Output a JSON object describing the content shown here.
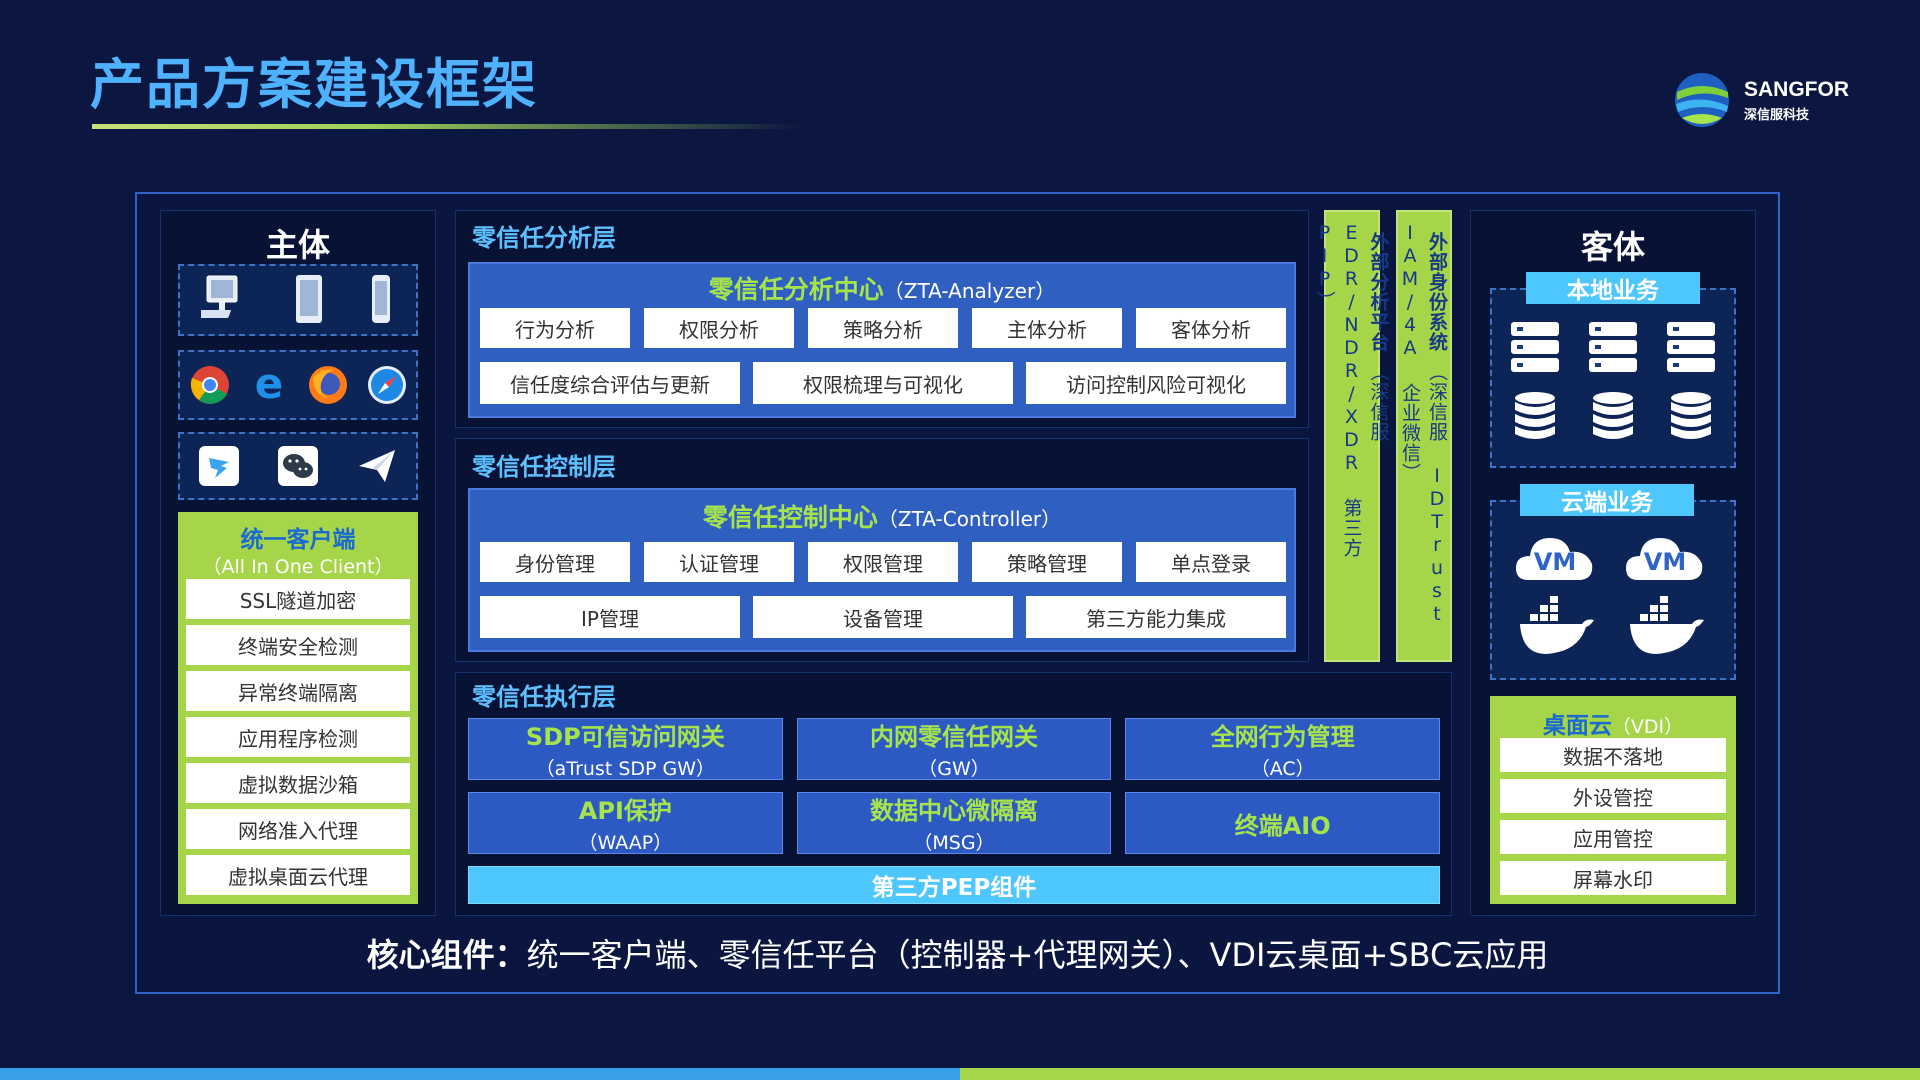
{
  "title": "产品方案建设框架",
  "logo": {
    "brand": "SANGFOR",
    "sub": "深信服科技"
  },
  "subject": {
    "title": "主体",
    "device_icons": [
      "desktop-icon",
      "tablet-icon",
      "phone-icon"
    ],
    "browser_icons": [
      "chrome-icon",
      "ie-icon",
      "firefox-icon",
      "safari-icon"
    ],
    "app_icons": [
      "dingtalk-icon",
      "wechat-icon",
      "paper-plane-icon"
    ],
    "client_title": "统一客户端",
    "client_sub": "（All In One Client）",
    "client_items": [
      "SSL隧道加密",
      "终端安全检测",
      "异常终端隔离",
      "应用程序检测",
      "虚拟数据沙箱",
      "网络准入代理",
      "虚拟桌面云代理"
    ]
  },
  "analysis_layer": {
    "title": "零信任分析层",
    "center_main": "零信任分析中心",
    "center_sub": "（ZTA-Analyzer）",
    "row1": [
      "行为分析",
      "权限分析",
      "策略分析",
      "主体分析",
      "客体分析"
    ],
    "row2": [
      "信任度综合评估与更新",
      "权限梳理与可视化",
      "访问控制风险可视化"
    ]
  },
  "control_layer": {
    "title": "零信任控制层",
    "center_main": "零信任控制中心",
    "center_sub": "（ZTA-Controller）",
    "row1": [
      "身份管理",
      "认证管理",
      "权限管理",
      "策略管理",
      "单点登录"
    ],
    "row2": [
      "IP管理",
      "设备管理",
      "第三方能力集成"
    ]
  },
  "exec_layer": {
    "title": "零信任执行层",
    "boxes": [
      {
        "main": "SDP可信访问网关",
        "sub": "（aTrust SDP GW）"
      },
      {
        "main": "内网零信任网关",
        "sub": "（GW）"
      },
      {
        "main": "全网行为管理",
        "sub": "（AC）"
      },
      {
        "main": "API保护",
        "sub": "（WAAP）"
      },
      {
        "main": "数据中心微隔离",
        "sub": "（MSG）"
      },
      {
        "main": "终端AIO",
        "sub": ""
      }
    ],
    "pep": "第三方PEP组件"
  },
  "external": {
    "analysis_main": "外部分析平台",
    "analysis_sub": "（深信服 EDR/NDR/XDR 第三方 PIP）",
    "identity_main": "外部身份系统",
    "identity_sub": "（深信服 IDTrust IAM/4A 企业微信）"
  },
  "object": {
    "title": "客体",
    "local_title": "本地业务",
    "local_icons": [
      "server-icon",
      "server-icon",
      "server-icon",
      "database-icon",
      "database-icon",
      "database-icon"
    ],
    "cloud_title": "云端业务",
    "cloud_vm": [
      "VM",
      "VM"
    ],
    "cloud_icons": [
      "docker-icon",
      "docker-icon"
    ],
    "vdi_title": "桌面云",
    "vdi_sub": "（VDI）",
    "vdi_items": [
      "数据不落地",
      "外设管控",
      "应用管控",
      "屏幕水印"
    ]
  },
  "core": {
    "label": "核心组件：",
    "text": "统一客户端、零信任平台（控制器+代理网关）、VDI云桌面+SBC云应用"
  },
  "colors": {
    "background": "#0b1740",
    "accent_blue": "#4fb2ff",
    "accent_green": "#a6e34d",
    "box_blue": "#2f5fc0"
  }
}
